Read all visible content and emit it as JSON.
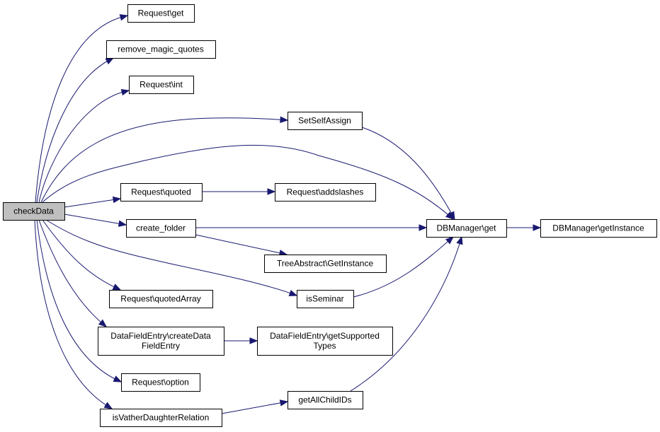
{
  "title": "checkData call graph",
  "colors": {
    "edge": "#191970",
    "root_fill": "#bfbfbf",
    "node_fill": "#ffffff",
    "border": "#000000"
  },
  "nodes": [
    {
      "id": "checkData",
      "lines": [
        "checkData"
      ],
      "root": true
    },
    {
      "id": "req_get",
      "lines": [
        "Request\\get"
      ]
    },
    {
      "id": "remove_magic",
      "lines": [
        "remove_magic_quotes"
      ]
    },
    {
      "id": "req_int",
      "lines": [
        "Request\\int"
      ]
    },
    {
      "id": "setselfassign",
      "lines": [
        "SetSelfAssign"
      ]
    },
    {
      "id": "req_quoted",
      "lines": [
        "Request\\quoted"
      ]
    },
    {
      "id": "req_addslashes",
      "lines": [
        "Request\\addslashes"
      ]
    },
    {
      "id": "create_folder",
      "lines": [
        "create_folder"
      ]
    },
    {
      "id": "dbm_get",
      "lines": [
        "DBManager\\get"
      ]
    },
    {
      "id": "dbm_getinstance",
      "lines": [
        "DBManager\\getInstance"
      ]
    },
    {
      "id": "tree_getinstance",
      "lines": [
        "TreeAbstract\\GetInstance"
      ]
    },
    {
      "id": "req_quotedarray",
      "lines": [
        "Request\\quotedArray"
      ]
    },
    {
      "id": "isseminar",
      "lines": [
        "isSeminar"
      ]
    },
    {
      "id": "dfe_create",
      "lines": [
        "DataFieldEntry\\createData",
        "FieldEntry"
      ]
    },
    {
      "id": "dfe_types",
      "lines": [
        "DataFieldEntry\\getSupported",
        "Types"
      ]
    },
    {
      "id": "req_option",
      "lines": [
        "Request\\option"
      ]
    },
    {
      "id": "getallchildids",
      "lines": [
        "getAllChildIDs"
      ]
    },
    {
      "id": "isvather",
      "lines": [
        "isVatherDaughterRelation"
      ]
    }
  ],
  "edges": [
    {
      "from": "checkData",
      "to": "req_get"
    },
    {
      "from": "checkData",
      "to": "remove_magic"
    },
    {
      "from": "checkData",
      "to": "req_int"
    },
    {
      "from": "checkData",
      "to": "setselfassign"
    },
    {
      "from": "checkData",
      "to": "dbm_get"
    },
    {
      "from": "checkData",
      "to": "req_quoted"
    },
    {
      "from": "checkData",
      "to": "create_folder"
    },
    {
      "from": "checkData",
      "to": "isseminar"
    },
    {
      "from": "checkData",
      "to": "req_quotedarray"
    },
    {
      "from": "checkData",
      "to": "dfe_create"
    },
    {
      "from": "checkData",
      "to": "req_option"
    },
    {
      "from": "checkData",
      "to": "isvather"
    },
    {
      "from": "setselfassign",
      "to": "dbm_get"
    },
    {
      "from": "req_quoted",
      "to": "req_addslashes"
    },
    {
      "from": "create_folder",
      "to": "dbm_get"
    },
    {
      "from": "create_folder",
      "to": "tree_getinstance"
    },
    {
      "from": "dbm_get",
      "to": "dbm_getinstance"
    },
    {
      "from": "isseminar",
      "to": "dbm_get"
    },
    {
      "from": "dfe_create",
      "to": "dfe_types"
    },
    {
      "from": "isvather",
      "to": "getallchildids"
    },
    {
      "from": "getallchildids",
      "to": "dbm_get"
    }
  ]
}
